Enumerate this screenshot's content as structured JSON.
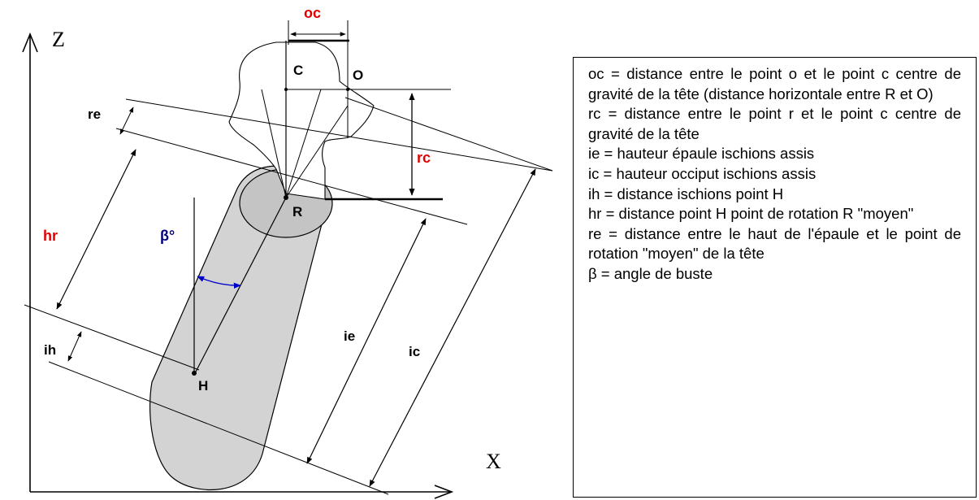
{
  "axes": {
    "z_label": "Z",
    "x_label": "X"
  },
  "labels": {
    "oc": "oc",
    "c": "C",
    "o": "O",
    "re": "re",
    "rc": "rc",
    "r": "R",
    "hr": "hr",
    "beta": "β°",
    "ie": "ie",
    "ic": "ic",
    "ih": "ih",
    "h": "H"
  },
  "legend": [
    "oc = distance entre le point o et le point c centre de gravité de la tête (distance horizontale entre R et O)",
    "rc = distance entre le point r et le point c centre de gravité de la tête",
    "ie = hauteur épaule ischions assis",
    "ic = hauteur occiput ischions assis",
    "ih = distance ischions point H",
    "hr = distance point H point de rotation R \"moyen\"",
    "re = distance entre le haut de l'épaule et le point de rotation \"moyen\" de la tête",
    "β = angle de buste"
  ],
  "colors": {
    "body_fill": "#d3d3d3",
    "highlight_red": "#e00000",
    "angle_blue": "#0000cc"
  }
}
